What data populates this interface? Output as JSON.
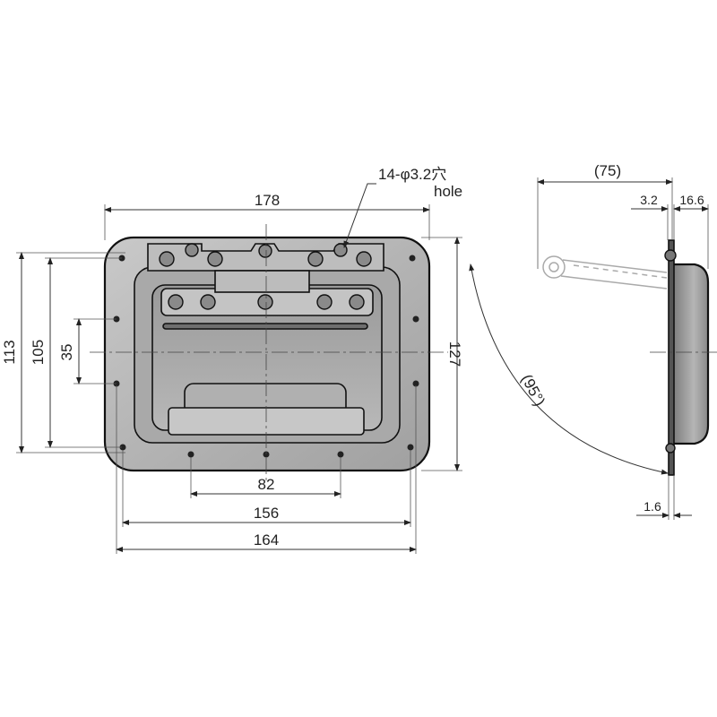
{
  "dimensions": {
    "width_total": "178",
    "hole_note_line1": "14-φ3.2穴",
    "hole_note_line2": "hole",
    "height_outer": "113",
    "height_inner": "105",
    "height_small": "35",
    "height_right": "127",
    "bottom_82": "82",
    "bottom_156": "156",
    "bottom_164": "164",
    "side_75": "(75)",
    "side_3_2": "3.2",
    "side_16_6": "16.6",
    "side_1_6": "1.6",
    "angle_95": "(95°)"
  }
}
